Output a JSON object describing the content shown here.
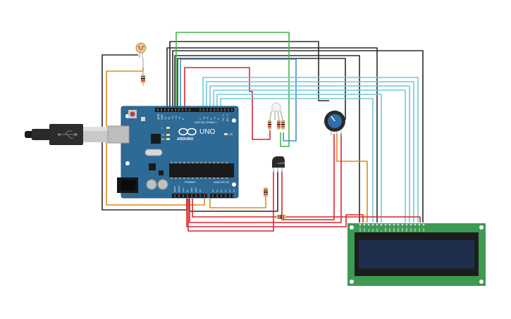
{
  "arduino": {
    "logo": "ARDUINO",
    "model": "UNO",
    "digital_header": "DIGITAL (PWM~)",
    "power_label": "POWER",
    "analog_label": "ANALOG IN",
    "aref": "AREF",
    "gnd": "GND",
    "pin13": "13",
    "pin12": "12",
    "pin11": "~11",
    "pin10": "~10",
    "pin9": "~9",
    "pin8": "8",
    "pin7": "7",
    "pin6": "~6",
    "pin5": "~5",
    "pin4": "4",
    "pin3": "~3",
    "pin2": "2",
    "tx": "TX→1",
    "rx": "RX←0",
    "led_l": "L",
    "led_tx": "TX",
    "led_rx": "RX",
    "power_pins": [
      "IOREF",
      "RESET",
      "3.3V",
      "5V",
      "GND",
      "GND",
      "Vin"
    ],
    "analog_pins": [
      "A0",
      "A1",
      "A2",
      "A3",
      "A4",
      "A5"
    ],
    "on_led": "ON"
  },
  "lcd": {
    "pins": [
      "GND",
      "VCC",
      "V0",
      "RS",
      "RW",
      "E",
      "DB0",
      "DB1",
      "DB2",
      "DB3",
      "DB4",
      "DB5",
      "DB6",
      "DB7",
      "LED",
      "LED"
    ]
  },
  "sensor": {
    "label": "LM35"
  },
  "colors": {
    "board": "#2e6a96",
    "lcd_board": "#3c9a53",
    "lcd_screen": "#1f2d4c",
    "wire_black": "#2a2a2a",
    "wire_red": "#d9262e",
    "wire_orange": "#e08a1e",
    "wire_green": "#45b34a",
    "wire_blue": "#3a8fd0",
    "wire_cyan": "#6fc8dc"
  },
  "icons": [
    "usb-cable-icon",
    "photoresistor-icon",
    "resistor-icon",
    "rgb-led-icon",
    "potentiometer-icon",
    "temperature-sensor-icon",
    "lcd-display-icon",
    "arduino-board-icon",
    "reset-button-icon",
    "dc-jack-icon"
  ]
}
